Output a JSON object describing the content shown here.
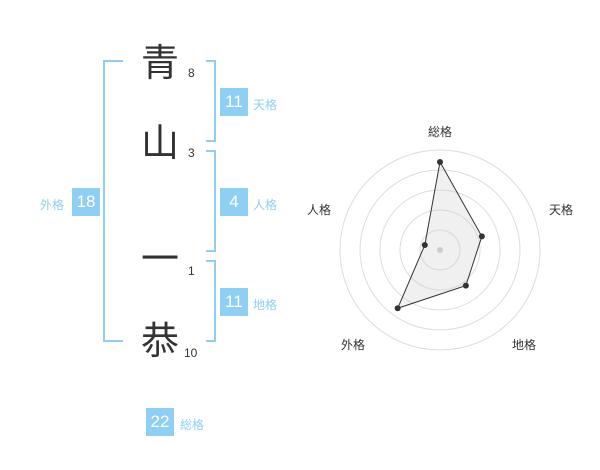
{
  "name": {
    "chars": [
      {
        "char": "青",
        "strokes": "8"
      },
      {
        "char": "山",
        "strokes": "3"
      },
      {
        "char": "一",
        "strokes": "1"
      },
      {
        "char": "恭",
        "strokes": "10"
      }
    ]
  },
  "fortunes": {
    "tenkaku": {
      "value": "11",
      "label": "天格"
    },
    "jinkaku": {
      "value": "4",
      "label": "人格"
    },
    "chikaku": {
      "value": "11",
      "label": "地格"
    },
    "gaikaku": {
      "value": "18",
      "label": "外格"
    },
    "soukaku": {
      "value": "22",
      "label": "総格"
    }
  },
  "colors": {
    "accent": "#8ecff3",
    "text": "#333333"
  },
  "chart_data": {
    "type": "radar",
    "axes": [
      "総格",
      "天格",
      "地格",
      "外格",
      "人格"
    ],
    "values": [
      22,
      11,
      11,
      18,
      4
    ],
    "range": [
      0,
      25
    ],
    "rings": 5
  }
}
